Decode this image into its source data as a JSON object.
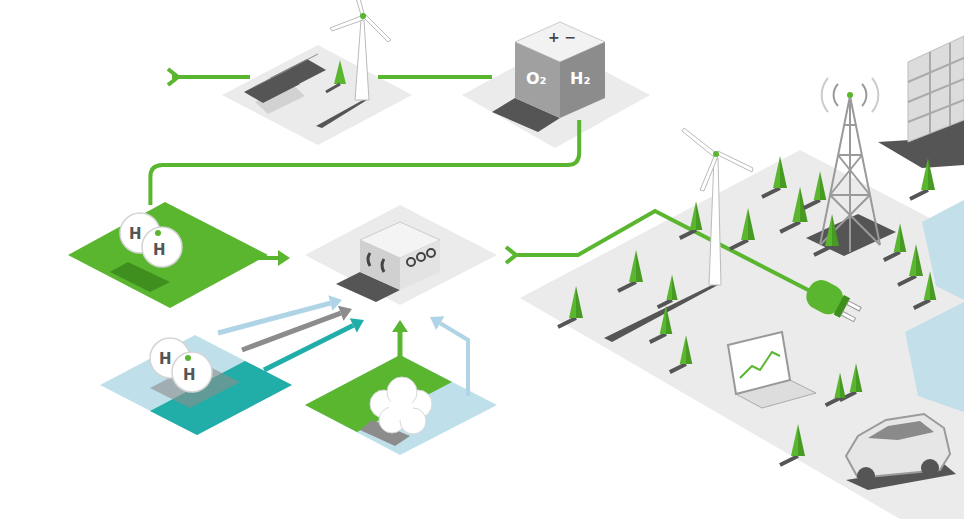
{
  "diagram": {
    "nodes": [
      {
        "text": [
          "+ −",
          "O₂",
          "H₂"
        ]
      },
      {
        "text": [
          "H",
          "H"
        ]
      },
      {
        "text": [
          "H",
          "H"
        ]
      }
    ],
    "edges": [
      {
        "from": 0,
        "to": 1,
        "arrow": "none"
      }
    ]
  }
}
